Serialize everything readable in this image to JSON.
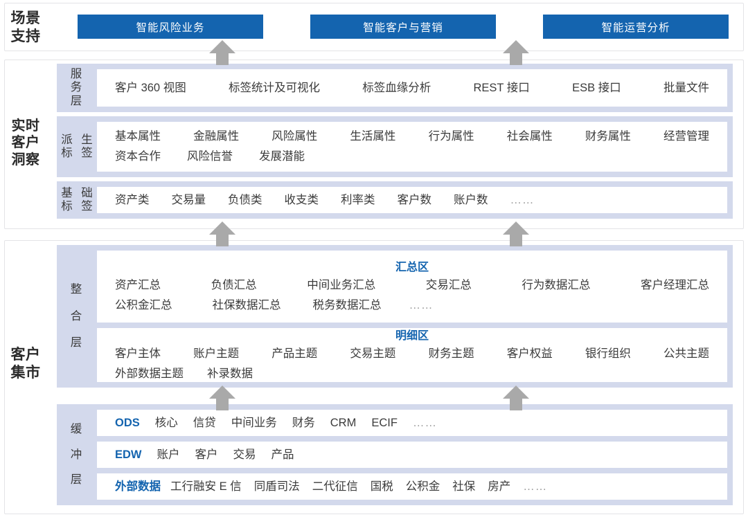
{
  "sections": {
    "scene": {
      "title": "场景\n支持",
      "title_lines": [
        "场景",
        "支持"
      ],
      "buttons": [
        {
          "label": "智能风险业务"
        },
        {
          "label": "智能客户与营销"
        },
        {
          "label": "智能运营分析"
        }
      ]
    },
    "insight": {
      "title_lines": [
        "实时",
        "客户",
        "洞察"
      ],
      "layers": [
        {
          "label_chars": [
            "服",
            "务",
            "层"
          ],
          "label": "服务层",
          "rows": [
            [
              "客户 360 视图",
              "标签统计及可视化",
              "标签血缘分析",
              "REST 接口",
              "ESB 接口",
              "批量文件"
            ]
          ]
        },
        {
          "label_chars": [
            "派",
            "生",
            "标",
            "签"
          ],
          "label": "派生标签",
          "rows": [
            [
              "基本属性",
              "金融属性",
              "风险属性",
              "生活属性",
              "行为属性",
              "社会属性",
              "财务属性",
              "经营管理"
            ],
            [
              "资本合作",
              "风险信誉",
              "发展潜能"
            ]
          ]
        },
        {
          "label_chars": [
            "基",
            "础",
            "标",
            "签"
          ],
          "label": "基础标签",
          "rows": [
            [
              "资产类",
              "交易量",
              "负债类",
              "收支类",
              "利率类",
              "客户数",
              "账户数",
              "……"
            ]
          ]
        }
      ]
    },
    "mart": {
      "title_lines": [
        "客户",
        "集市"
      ],
      "integration": {
        "label_chars": [
          "整",
          "合",
          "层"
        ],
        "label": "整合层",
        "zones": [
          {
            "zone_title": "汇总区",
            "rows": [
              [
                "资产汇总",
                "负债汇总",
                "中间业务汇总",
                "交易汇总",
                "行为数据汇总",
                "客户经理汇总"
              ],
              [
                "公积金汇总",
                "社保数据汇总",
                "税务数据汇总",
                "……"
              ]
            ]
          },
          {
            "zone_title": "明细区",
            "rows": [
              [
                "客户主体",
                "账户主题",
                "产品主题",
                "交易主题",
                "财务主题",
                "客户权益",
                "银行组织",
                "公共主题"
              ],
              [
                "外部数据主题",
                "补录数据"
              ]
            ]
          }
        ]
      },
      "buffer": {
        "label_chars": [
          "缓",
          "冲",
          "层"
        ],
        "label": "缓冲层",
        "rows": [
          {
            "tag": "ODS",
            "items": [
              "核心",
              "信贷",
              "中间业务",
              "财务",
              "CRM",
              "ECIF",
              "……"
            ]
          },
          {
            "tag": "EDW",
            "items": [
              "账户",
              "客户",
              "交易",
              "产品"
            ]
          },
          {
            "tag": "外部数据",
            "items": [
              "工行融安 E 信",
              "同盾司法",
              "二代征信",
              "国税",
              "公积金",
              "社保",
              "房产",
              "……"
            ]
          }
        ]
      }
    }
  },
  "colors": {
    "accent_blue": "#1464AF",
    "panel_lavender": "#d3d9ec",
    "arrow_gray": "#a8a8a8",
    "border_gray": "#e3e3e6"
  },
  "arrows": {
    "count": 6,
    "icon": "arrow-up-icon"
  }
}
